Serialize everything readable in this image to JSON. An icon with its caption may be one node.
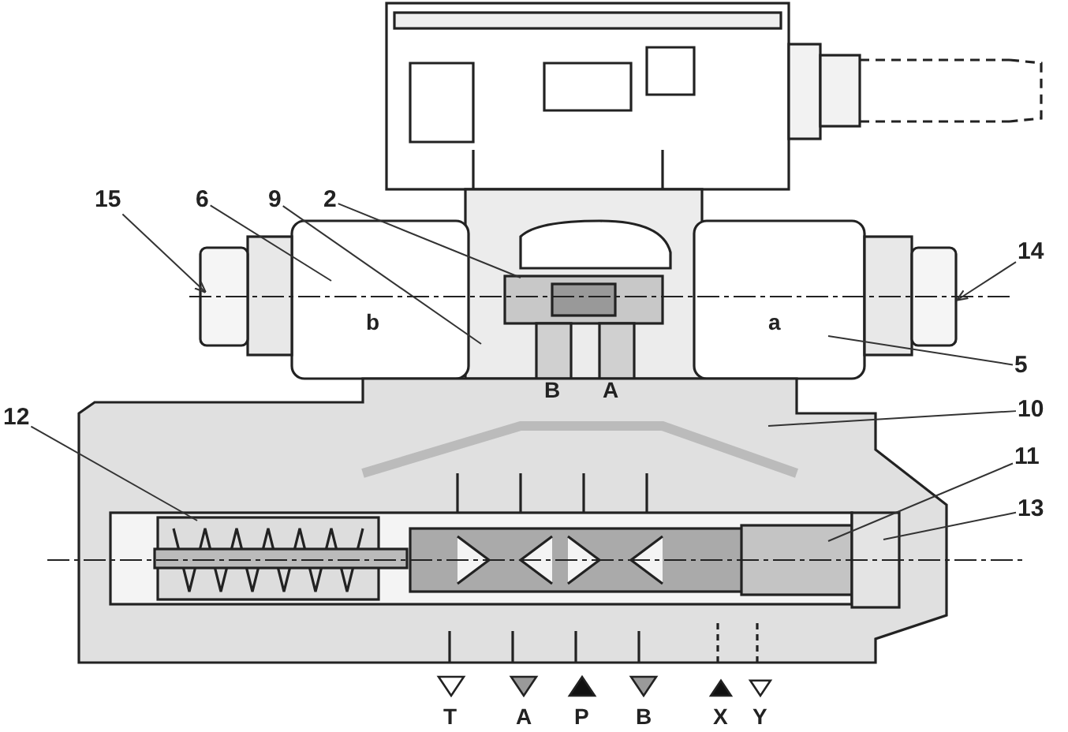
{
  "diagram": {
    "nodes": [
      {
        "text": [
          "15"
        ]
      },
      {
        "text": [
          "6"
        ]
      },
      {
        "text": [
          "9"
        ]
      },
      {
        "text": [
          "2"
        ]
      },
      {
        "text": [
          "14"
        ]
      },
      {
        "text": [
          "5"
        ]
      },
      {
        "text": [
          "10"
        ]
      },
      {
        "text": [
          "12"
        ]
      },
      {
        "text": [
          "11"
        ]
      },
      {
        "text": [
          "13"
        ]
      }
    ],
    "edges": [
      {
        "from": 0,
        "to": null,
        "arrow": "to"
      },
      {
        "from": 1,
        "to": null,
        "arrow": "none"
      },
      {
        "from": 2,
        "to": null,
        "arrow": "none"
      },
      {
        "from": 3,
        "to": null,
        "arrow": "none"
      },
      {
        "from": 4,
        "to": null,
        "arrow": "to"
      },
      {
        "from": 5,
        "to": null,
        "arrow": "none"
      },
      {
        "from": 6,
        "to": null,
        "arrow": "none"
      },
      {
        "from": 7,
        "to": null,
        "arrow": "none"
      },
      {
        "from": 8,
        "to": null,
        "arrow": "none"
      },
      {
        "from": 9,
        "to": null,
        "arrow": "none"
      }
    ],
    "labels": [
      "b",
      "a",
      "B",
      "A",
      "T",
      "A",
      "P",
      "B",
      "X",
      "Y"
    ]
  }
}
